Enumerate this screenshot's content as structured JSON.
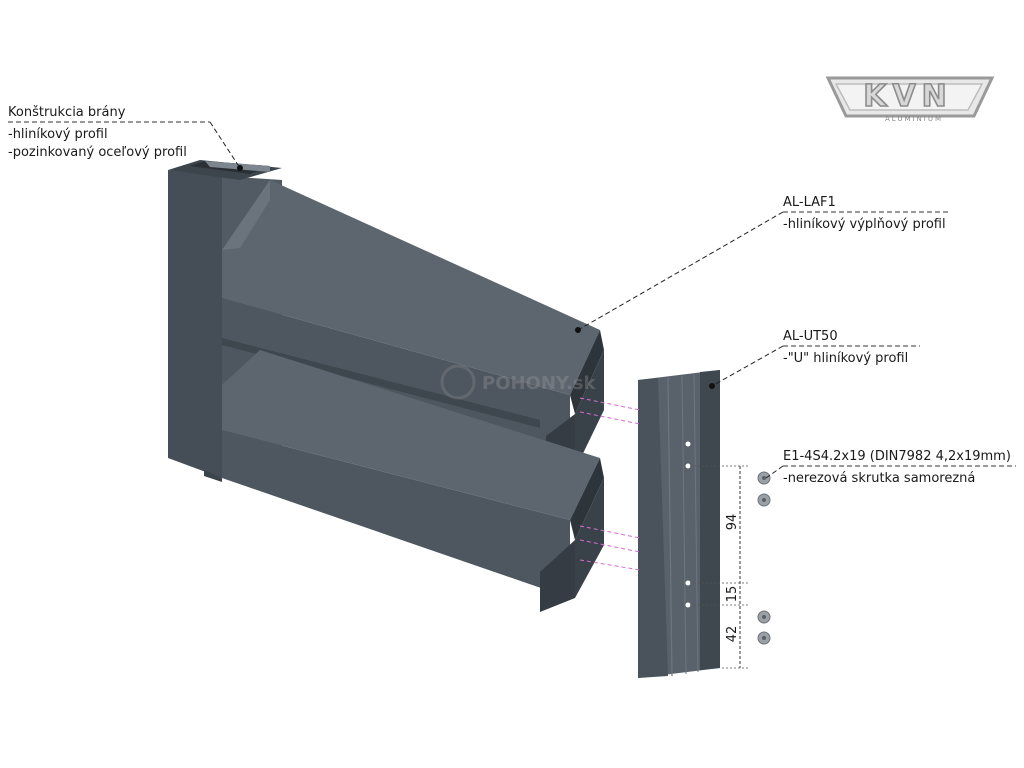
{
  "labels": {
    "gate_title": "Konštrukcia brány",
    "gate_line1": "-hliníkový profil",
    "gate_line2": "-pozinkovaný oceľový profil",
    "laf1_code": "AL-LAF1",
    "laf1_desc": "-hliníkový výplňový profil",
    "ut50_code": "AL-UT50",
    "ut50_desc": "-\"U\" hliníkový profil",
    "screw_code": "E1-4S4.2x19 (DIN7982 4,2x19mm)",
    "screw_desc": "-nerezová skrutka samorezná"
  },
  "dimensions": {
    "d94": "94",
    "d15": "15",
    "d42": "42"
  },
  "logo": {
    "text": "KVN",
    "subtext": "ALUMINIUM"
  },
  "watermark": {
    "text": "POHONY.sk"
  },
  "colors": {
    "profile_dark": "#4a535c",
    "profile_mid": "#5b646d",
    "profile_light": "#6a737c",
    "pink_guides": "#d66bd2"
  }
}
